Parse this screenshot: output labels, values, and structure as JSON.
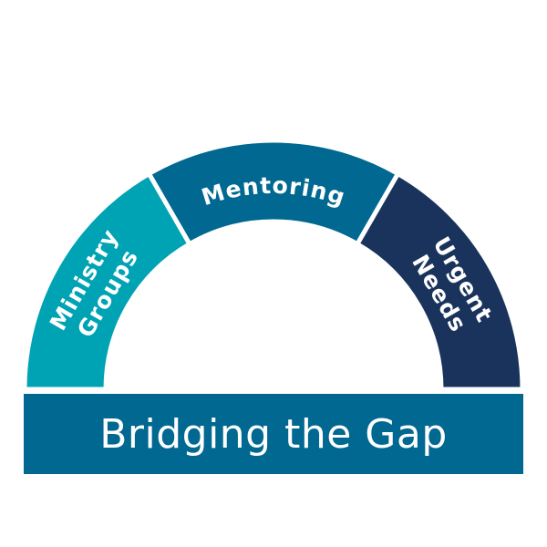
{
  "segments": [
    {
      "line1": "Ministry",
      "line2": "Groups",
      "color": "#00A3B4"
    },
    {
      "label": "Mentoring",
      "color": "#016891"
    },
    {
      "line1": "Urgent",
      "line2": "Needs",
      "color": "#1A335C"
    }
  ],
  "base": {
    "label": "Bridging the Gap",
    "color": "#016891"
  }
}
